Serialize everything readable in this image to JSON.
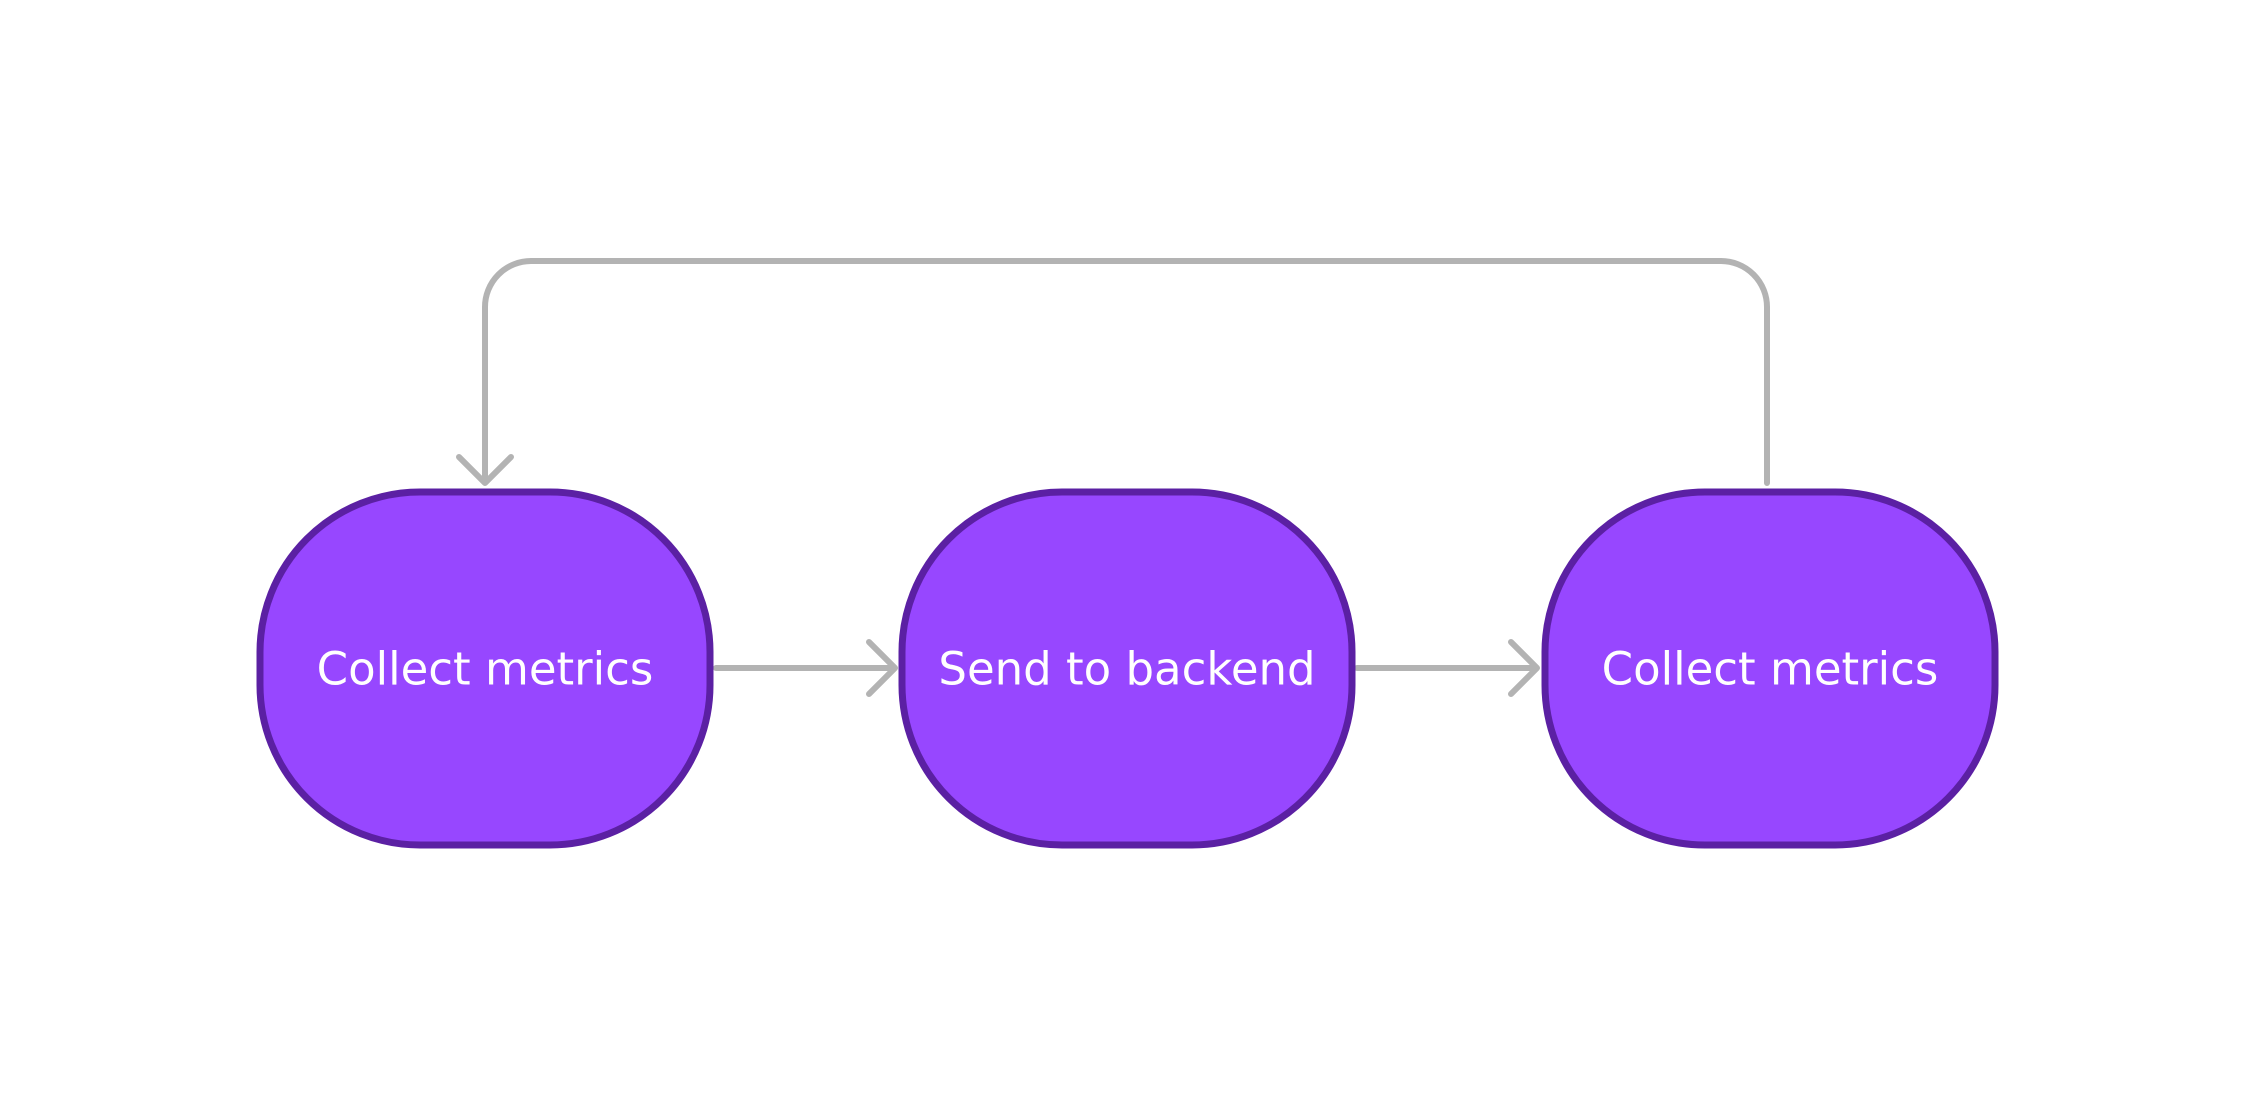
{
  "diagram": {
    "nodes": [
      {
        "id": "collect-1",
        "label": "Collect metrics"
      },
      {
        "id": "send",
        "label": "Send to backend"
      },
      {
        "id": "collect-2",
        "label": "Collect metrics"
      }
    ],
    "edges": [
      {
        "from": "collect-1",
        "to": "send"
      },
      {
        "from": "send",
        "to": "collect-2"
      },
      {
        "from": "collect-2",
        "to": "collect-1"
      }
    ]
  },
  "colors": {
    "node_fill": "#9747FF",
    "node_border": "#5B20A3",
    "label_text": "#FFFFFF",
    "edge": "#B3B3B3",
    "background": "#FFFFFF"
  }
}
